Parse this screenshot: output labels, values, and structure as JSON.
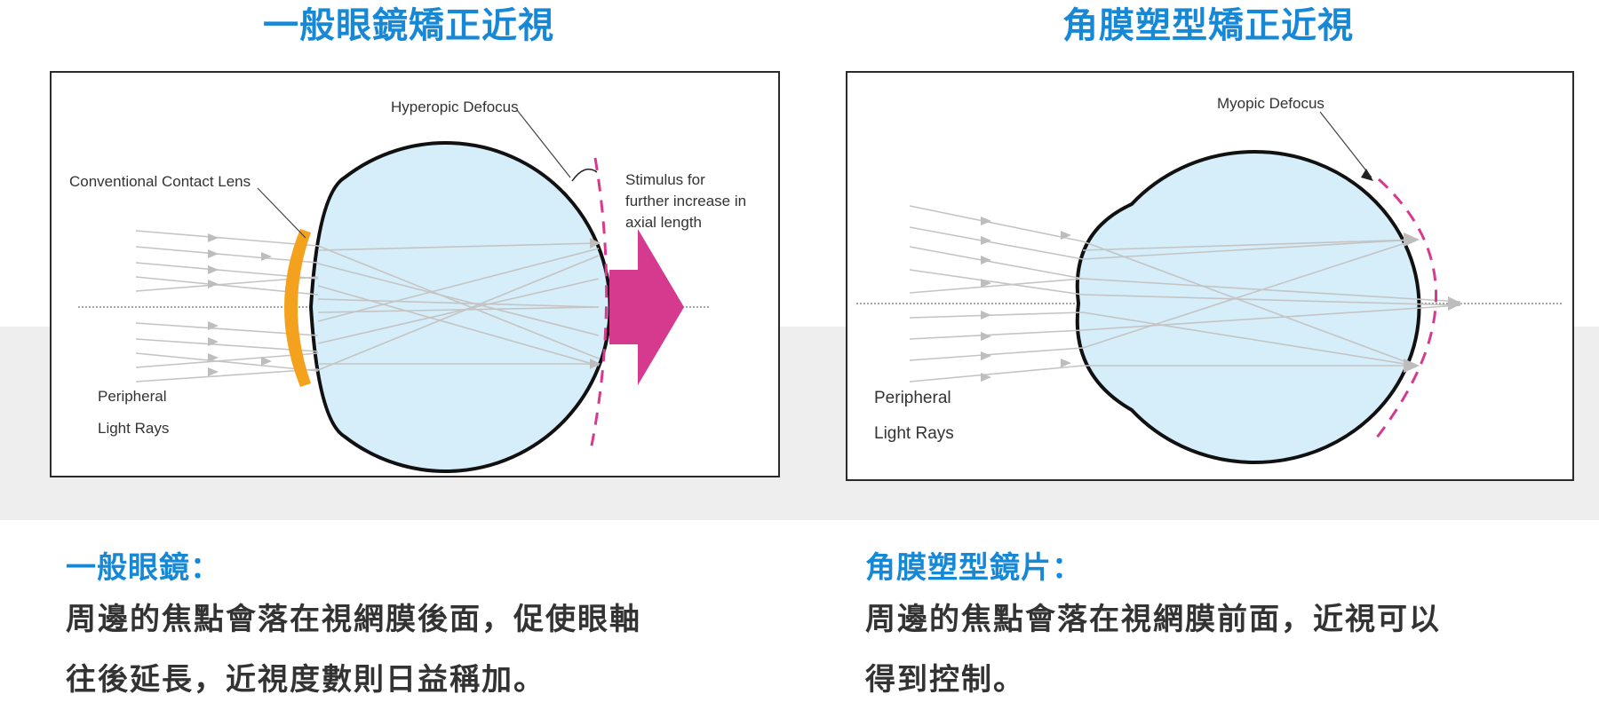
{
  "left_panel": {
    "title": "一般眼鏡矯正近視",
    "labels": {
      "hyperopic_defocus": "Hyperopic Defocus",
      "conventional_lens": "Conventional Contact Lens",
      "stimulus_line1": "Stimulus for",
      "stimulus_line2": "further increase in",
      "stimulus_line3": "axial length",
      "peripheral": "Peripheral",
      "light_rays": "Light Rays"
    },
    "caption": {
      "heading": "一般眼鏡：",
      "line1": "周邊的焦點會落在視網膜後面，促使眼軸",
      "line2": "往後延長，近視度數則日益稱加。"
    }
  },
  "right_panel": {
    "title": "角膜塑型矯正近視",
    "labels": {
      "myopic_defocus": "Myopic Defocus",
      "peripheral": "Peripheral",
      "light_rays": "Light Rays"
    },
    "caption": {
      "heading": "角膜塑型鏡片：",
      "line1": "周邊的焦點會落在視網膜前面，近視可以",
      "line2": "得到控制。"
    }
  },
  "colors": {
    "title_blue": "#1688d6",
    "eye_fill": "#d6eefa",
    "lens_orange": "#f4a21e",
    "defocus_magenta": "#d63a8e",
    "ray_gray": "#bdbdbd"
  }
}
